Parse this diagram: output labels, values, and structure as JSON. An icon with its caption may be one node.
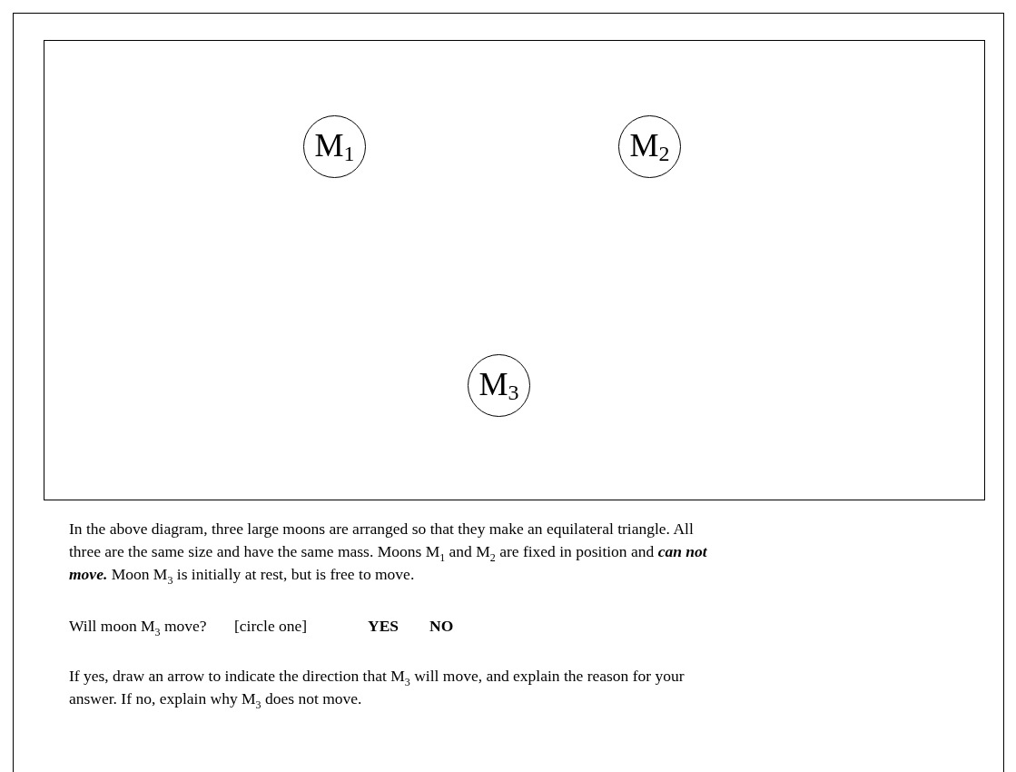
{
  "diagram": {
    "nodes": [
      {
        "text": [],
        "shape": "box"
      },
      {
        "text": [
          "M$_{1}$"
        ],
        "in": 0
      },
      {
        "text": [
          "M$_{2}$"
        ],
        "in": 0
      },
      {
        "text": [
          "M$_{3}$"
        ],
        "in": 0
      }
    ],
    "labels": [
      "In the above diagram, three large moons are arranged so that they make an equilateral triangle.  All three are the same size and have the same mass. Moons M$_{1}$ and M$_{2}$ are fixed in position and **can not move.**  Moon M$_{3}$ is initially at rest, but is free to move.",
      "Will moon M$_{3}$ move?",
      "[circle one]",
      "YES",
      "NO",
      "If yes, draw an arrow to indicate the direction that M$_{3}$ will move, and explain the reason for your answer.  If no, explain why M$_{3}$ does not move."
    ]
  }
}
